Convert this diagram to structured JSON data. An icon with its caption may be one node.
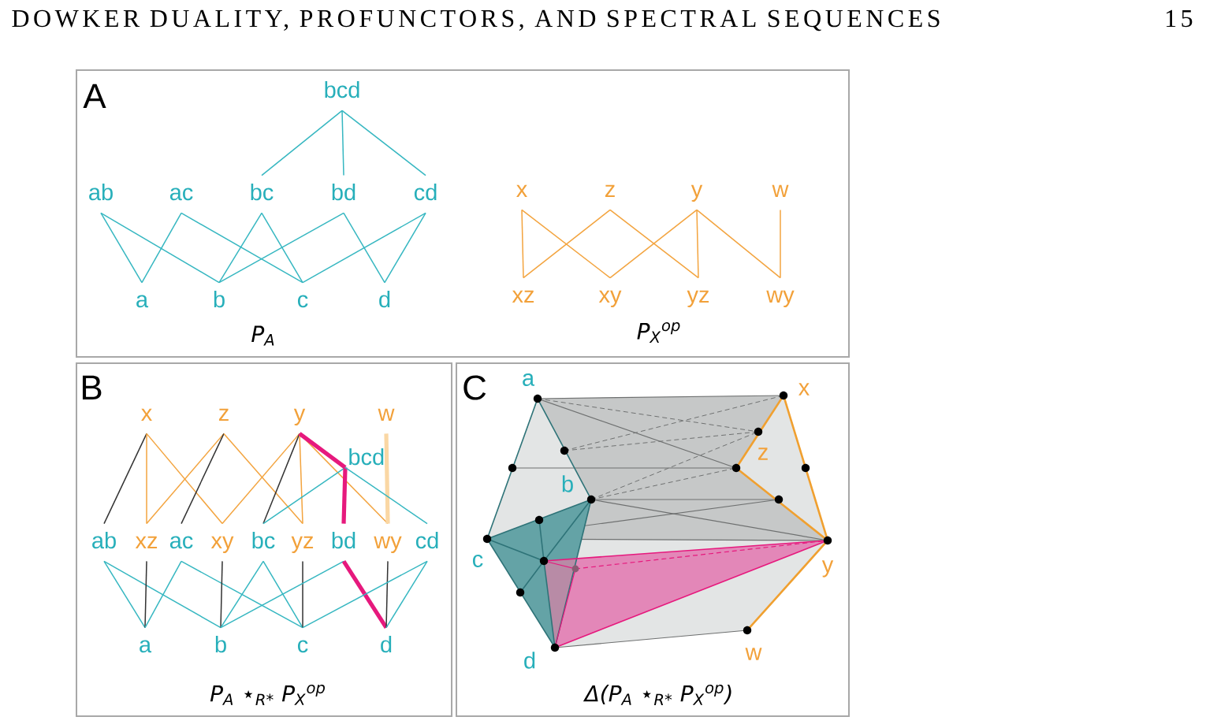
{
  "diagram": {
    "nodes": [
      {
        "text": [
          "A",
          "P$_{A}$",
          "P$_{X}$$^{op}$"
        ]
      },
      {
        "text": [
          "bcd"
        ],
        "in": 0
      },
      {
        "text": [
          "ab"
        ],
        "in": 0
      },
      {
        "text": [
          "ac"
        ],
        "in": 0
      },
      {
        "text": [
          "bc"
        ],
        "in": 0
      },
      {
        "text": [
          "bd"
        ],
        "in": 0
      },
      {
        "text": [
          "cd"
        ],
        "in": 0
      },
      {
        "text": [
          "x"
        ],
        "in": 0
      },
      {
        "text": [
          "z"
        ],
        "in": 0
      },
      {
        "text": [
          "y"
        ],
        "in": 0
      },
      {
        "text": [
          "w"
        ],
        "in": 0
      },
      {
        "text": [
          "a"
        ],
        "in": 0
      },
      {
        "text": [
          "b"
        ],
        "in": 0
      },
      {
        "text": [
          "c"
        ],
        "in": 0
      },
      {
        "text": [
          "d"
        ],
        "in": 0
      },
      {
        "text": [
          "xz"
        ],
        "in": 0
      },
      {
        "text": [
          "xy"
        ],
        "in": 0
      },
      {
        "text": [
          "yz"
        ],
        "in": 0
      },
      {
        "text": [
          "wy"
        ],
        "in": 0
      },
      {
        "text": [
          "B",
          "P$_{A}$ ⋆$_{R*}$ P$_{X}$$^{op}$"
        ]
      },
      {
        "text": [
          "x"
        ],
        "in": 19
      },
      {
        "text": [
          "z"
        ],
        "in": 19
      },
      {
        "text": [
          "y"
        ],
        "in": 19
      },
      {
        "text": [
          "w"
        ],
        "in": 19
      },
      {
        "text": [
          "bcd"
        ],
        "in": 19
      },
      {
        "text": [
          "ab"
        ],
        "in": 19
      },
      {
        "text": [
          "xz"
        ],
        "in": 19
      },
      {
        "text": [
          "ac"
        ],
        "in": 19
      },
      {
        "text": [
          "xy"
        ],
        "in": 19
      },
      {
        "text": [
          "bc"
        ],
        "in": 19
      },
      {
        "text": [
          "yz"
        ],
        "in": 19
      },
      {
        "text": [
          "bd"
        ],
        "in": 19
      },
      {
        "text": [
          "wy"
        ],
        "in": 19
      },
      {
        "text": [
          "cd"
        ],
        "in": 19
      },
      {
        "text": [
          "a"
        ],
        "in": 19
      },
      {
        "text": [
          "b"
        ],
        "in": 19
      },
      {
        "text": [
          "c"
        ],
        "in": 19
      },
      {
        "text": [
          "d"
        ],
        "in": 19
      },
      {
        "text": [
          "C",
          "Δ(P$_{A}$ ⋆$_{R*}$ P$_{X}$$^{op}$)"
        ]
      }
    ],
    "edges": [
      {
        "from": 1,
        "to": 4,
        "arrow": "none"
      },
      {
        "from": 1,
        "to": 5,
        "arrow": "none"
      },
      {
        "from": 1,
        "to": 6,
        "arrow": "none"
      },
      {
        "from": 2,
        "to": 11,
        "arrow": "none"
      },
      {
        "from": 2,
        "to": 12,
        "arrow": "none"
      },
      {
        "from": 3,
        "to": 11,
        "arrow": "none"
      },
      {
        "from": 3,
        "to": 13,
        "arrow": "none"
      },
      {
        "from": 4,
        "to": 12,
        "arrow": "none"
      },
      {
        "from": 4,
        "to": 13,
        "arrow": "none"
      },
      {
        "from": 5,
        "to": 12,
        "arrow": "none"
      },
      {
        "from": 5,
        "to": 14,
        "arrow": "none"
      },
      {
        "from": 6,
        "to": 13,
        "arrow": "none"
      },
      {
        "from": 6,
        "to": 14,
        "arrow": "none"
      },
      {
        "from": 7,
        "to": 15,
        "arrow": "none",
        "color": "#f3a43f"
      },
      {
        "from": 7,
        "to": 16,
        "arrow": "none",
        "color": "#f3a43f"
      },
      {
        "from": 8,
        "to": 15,
        "arrow": "none",
        "color": "#f3a43f"
      },
      {
        "from": 8,
        "to": 17,
        "arrow": "none",
        "color": "#f3a43f"
      },
      {
        "from": 9,
        "to": 16,
        "arrow": "none",
        "color": "#f3a43f"
      },
      {
        "from": 9,
        "to": 17,
        "arrow": "none",
        "color": "#f3a43f"
      },
      {
        "from": 9,
        "to": 18,
        "arrow": "none",
        "color": "#f3a43f"
      },
      {
        "from": 10,
        "to": 18,
        "arrow": "none",
        "color": "#f3a43f"
      },
      {
        "from": 20,
        "to": 25,
        "arrow": "none",
        "color": "#333333"
      },
      {
        "from": 20,
        "to": 26,
        "arrow": "none",
        "color": "#f3a43f"
      },
      {
        "from": 20,
        "to": 28,
        "arrow": "none",
        "color": "#f3a43f"
      },
      {
        "from": 21,
        "to": 26,
        "arrow": "none",
        "color": "#f3a43f"
      },
      {
        "from": 21,
        "to": 27,
        "arrow": "none",
        "color": "#333333"
      },
      {
        "from": 21,
        "to": 30,
        "arrow": "none",
        "color": "#f3a43f"
      },
      {
        "from": 22,
        "to": 28,
        "arrow": "none",
        "color": "#f3a43f"
      },
      {
        "from": 22,
        "to": 29,
        "arrow": "none",
        "color": "#333333"
      },
      {
        "from": 22,
        "to": 30,
        "arrow": "none",
        "color": "#f3a43f"
      },
      {
        "from": 22,
        "to": 32,
        "arrow": "none",
        "color": "#f3a43f"
      },
      {
        "from": 22,
        "to": 24,
        "arrow": "none",
        "style": "thick",
        "color": "#e6197d"
      },
      {
        "from": 23,
        "to": 32,
        "arrow": "none",
        "style": "thick",
        "color": "#fad7a4"
      },
      {
        "from": 24,
        "to": 29,
        "arrow": "none"
      },
      {
        "from": 24,
        "to": 31,
        "arrow": "none",
        "style": "thick",
        "color": "#e6197d"
      },
      {
        "from": 24,
        "to": 33,
        "arrow": "none"
      },
      {
        "from": 25,
        "to": 34,
        "arrow": "none"
      },
      {
        "from": 25,
        "to": 35,
        "arrow": "none"
      },
      {
        "from": 26,
        "to": 34,
        "arrow": "none",
        "color": "#333333"
      },
      {
        "from": 27,
        "to": 34,
        "arrow": "none"
      },
      {
        "from": 27,
        "to": 36,
        "arrow": "none"
      },
      {
        "from": 28,
        "to": 35,
        "arrow": "none",
        "color": "#333333"
      },
      {
        "from": 29,
        "to": 35,
        "arrow": "none"
      },
      {
        "from": 29,
        "to": 36,
        "arrow": "none"
      },
      {
        "from": 30,
        "to": 36,
        "arrow": "none",
        "color": "#333333"
      },
      {
        "from": 31,
        "to": 35,
        "arrow": "none"
      },
      {
        "from": 31,
        "to": 37,
        "arrow": "none",
        "style": "thick",
        "color": "#e6197d"
      },
      {
        "from": 32,
        "to": 37,
        "arrow": "none",
        "color": "#333333"
      },
      {
        "from": 33,
        "to": 36,
        "arrow": "none"
      },
      {
        "from": 33,
        "to": 37,
        "arrow": "none"
      }
    ],
    "labels": [
      "DOWKER DUALITY, PROFUNCTORS, AND SPECTRAL SEQUENCES",
      "15",
      "a",
      "x",
      "z",
      "b",
      "c",
      "y",
      "d",
      "w"
    ]
  }
}
